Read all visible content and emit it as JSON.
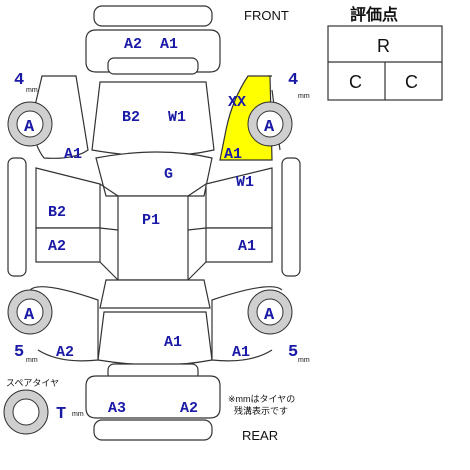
{
  "header": {
    "front": "FRONT",
    "rear": "REAR"
  },
  "grade": {
    "title": "評価点",
    "overall": "R",
    "exterior": "C",
    "interior": "C"
  },
  "tires": {
    "front_left": {
      "letter": "A",
      "depth": "4",
      "unit": "mm"
    },
    "front_right": {
      "letter": "A",
      "depth": "4",
      "unit": "mm"
    },
    "rear_left": {
      "letter": "A",
      "depth": "5",
      "unit": "mm"
    },
    "rear_right": {
      "letter": "A",
      "depth": "5",
      "unit": "mm"
    },
    "spare": {
      "label": "スペアタイヤ",
      "letter": "T",
      "unit": "mm"
    }
  },
  "note": {
    "line1": "※mmはタイヤの",
    "line2": "残溝表示です"
  },
  "damage_codes": {
    "front_bumper_left": "A2",
    "front_bumper_right": "A1",
    "hood_left": "B2",
    "hood_right": "W1",
    "front_right_fender_top": "XX",
    "front_right_fender": "A1",
    "front_left_fender": "A1",
    "windshield": "G",
    "right_front_door": "W1",
    "left_front_door": "B2",
    "left_rear_door": "A2",
    "roof": "P1",
    "right_rear_door": "A1",
    "trunk": "A1",
    "left_quarter": "A2",
    "right_quarter": "A1",
    "rear_bumper_left": "A3",
    "rear_bumper_right": "A2"
  },
  "colors": {
    "label": "#1a1aa6",
    "highlight": "#ffff00",
    "outline": "#333333"
  }
}
